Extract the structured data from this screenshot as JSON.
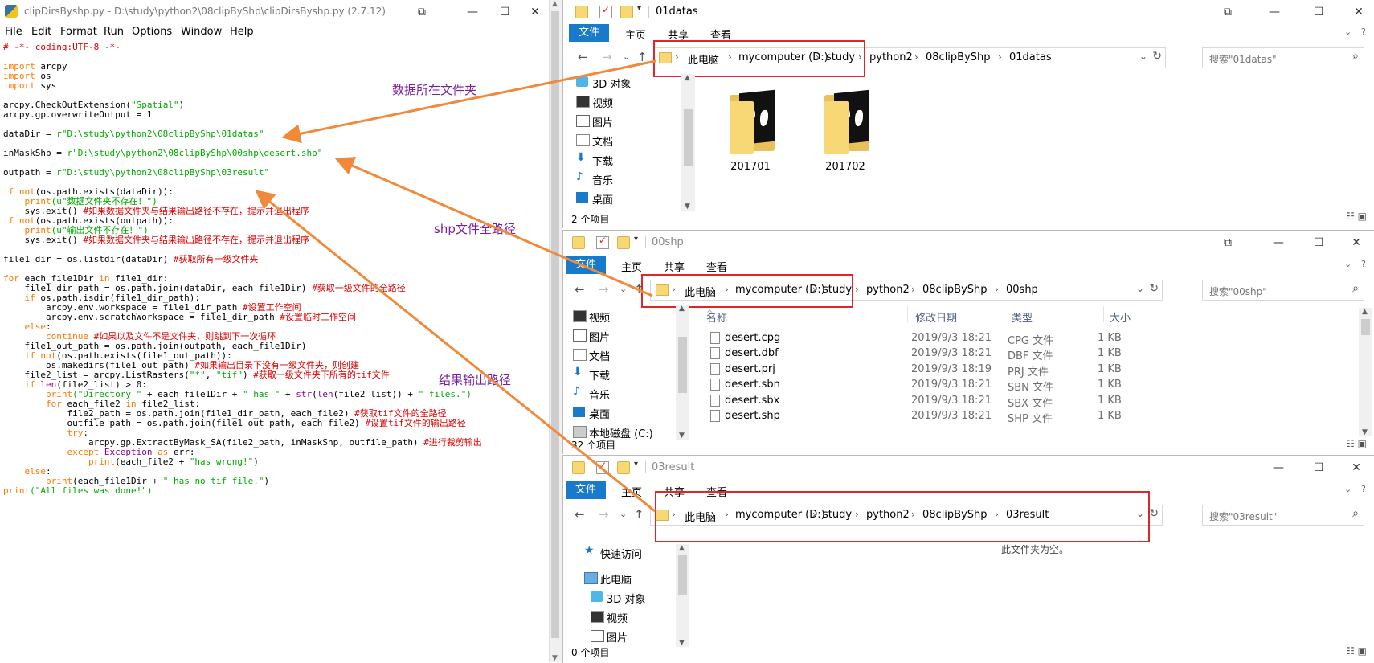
{
  "idle": {
    "title": "clipDirsByshp.py - D:\\study\\python2\\08clipByShp\\clipDirsByshp.py (2.7.12)",
    "menu": [
      "File",
      "Edit",
      "Format",
      "Run",
      "Options",
      "Window",
      "Help"
    ],
    "controls": {
      "minimize": "—",
      "maximize": "☐",
      "close": "✕",
      "restore": "⧉"
    },
    "code": [
      [
        [
          "cm",
          "# -*- coding:UTF-8 -*-"
        ]
      ],
      [],
      [
        [
          "kw",
          "import"
        ],
        [
          "",
          " arcpy"
        ]
      ],
      [
        [
          "kw",
          "import"
        ],
        [
          "",
          " os"
        ]
      ],
      [
        [
          "kw",
          "import"
        ],
        [
          "",
          " sys"
        ]
      ],
      [],
      [
        [
          "",
          "arcpy.CheckOutExtension("
        ],
        [
          "st",
          "\"Spatial\""
        ],
        [
          "",
          ")"
        ]
      ],
      [
        [
          "",
          "arcpy.gp.overwriteOutput = 1"
        ]
      ],
      [],
      [
        [
          "",
          "dataDir = "
        ],
        [
          "st",
          "r\"D:\\study\\python2\\08clipByShp\\01datas\""
        ]
      ],
      [],
      [
        [
          "",
          "inMaskShp = "
        ],
        [
          "st",
          "r\"D:\\study\\python2\\08clipByShp\\00shp\\desert.shp\""
        ]
      ],
      [],
      [
        [
          "",
          "outpath = "
        ],
        [
          "st",
          "r\"D:\\study\\python2\\08clipByShp\\03result\""
        ]
      ],
      [],
      [
        [
          "kw",
          "if not"
        ],
        [
          "",
          "(os.path.exists(dataDir)):"
        ]
      ],
      [
        [
          "",
          "    "
        ],
        [
          "kw",
          "print"
        ],
        [
          "st",
          "(u\"数据文件夹不存在！\")"
        ]
      ],
      [
        [
          "",
          "    sys.exit() "
        ],
        [
          "cm",
          "#如果数据文件夹与结果输出路径不存在，提示并退出程序"
        ]
      ],
      [
        [
          "kw",
          "if not"
        ],
        [
          "",
          "(os.path.exists(outpath)):"
        ]
      ],
      [
        [
          "",
          "    "
        ],
        [
          "kw",
          "print"
        ],
        [
          "st",
          "(u\"输出文件不存在！\")"
        ]
      ],
      [
        [
          "",
          "    sys.exit() "
        ],
        [
          "cm",
          "#如果数据文件夹与结果输出路径不存在，提示并退出程序"
        ]
      ],
      [],
      [
        [
          "",
          "file1_dir = os.listdir(dataDir) "
        ],
        [
          "cm",
          "#获取所有一级文件夹"
        ]
      ],
      [],
      [
        [
          "kw",
          "for"
        ],
        [
          "",
          " each_file1Dir "
        ],
        [
          "kw",
          "in"
        ],
        [
          "",
          " file1_dir:"
        ]
      ],
      [
        [
          "",
          "    file1_dir_path = os.path.join(dataDir, each_file1Dir) "
        ],
        [
          "cm",
          "#获取一级文件的全路径"
        ]
      ],
      [
        [
          "",
          "    "
        ],
        [
          "kw",
          "if"
        ],
        [
          "",
          " os.path.isdir(file1_dir_path):"
        ]
      ],
      [
        [
          "",
          "        arcpy.env.workspace = file1_dir_path "
        ],
        [
          "cm",
          "#设置工作空间"
        ]
      ],
      [
        [
          "",
          "        arcpy.env.scratchWorkspace = file1_dir_path "
        ],
        [
          "cm",
          "#设置临时工作空间"
        ]
      ],
      [
        [
          "",
          "    "
        ],
        [
          "kw",
          "else"
        ],
        [
          "",
          ":"
        ]
      ],
      [
        [
          "",
          "        "
        ],
        [
          "kw",
          "continue"
        ],
        [
          "",
          " "
        ],
        [
          "cm",
          "#如果以及文件不是文件夹，则跳到下一次循环"
        ]
      ],
      [
        [
          "",
          "    file1_out_path = os.path.join(outpath, each_file1Dir)"
        ]
      ],
      [
        [
          "",
          "    "
        ],
        [
          "kw",
          "if not"
        ],
        [
          "",
          "(os.path.exists(file1_out_path)):"
        ]
      ],
      [
        [
          "",
          "        os.makedirs(file1_out_path) "
        ],
        [
          "cm",
          "#如果输出目录下没有一级文件夹，则创建"
        ]
      ],
      [
        [
          "",
          "    file2_list = arcpy.ListRasters("
        ],
        [
          "st",
          "\"*\""
        ],
        [
          "",
          ", "
        ],
        [
          "st",
          "\"tif\""
        ],
        [
          "",
          ") "
        ],
        [
          "cm",
          "#获取一级文件夹下所有的tif文件"
        ]
      ],
      [
        [
          "",
          "    "
        ],
        [
          "kw",
          "if"
        ],
        [
          "",
          " "
        ],
        [
          "bi",
          "len"
        ],
        [
          "",
          "(file2_list) > 0:"
        ]
      ],
      [
        [
          "",
          "        "
        ],
        [
          "kw",
          "print"
        ],
        [
          "st",
          "(\"Directory \""
        ],
        [
          "",
          " + each_file1Dir + "
        ],
        [
          "st",
          "\" has \""
        ],
        [
          "",
          " + "
        ],
        [
          "bi",
          "str"
        ],
        [
          "",
          "("
        ],
        [
          "bi",
          "len"
        ],
        [
          "",
          "(file2_list)) + "
        ],
        [
          "st",
          "\" files.\")"
        ]
      ],
      [
        [
          "",
          "        "
        ],
        [
          "kw",
          "for"
        ],
        [
          "",
          " each_file2 "
        ],
        [
          "kw",
          "in"
        ],
        [
          "",
          " file2_list:"
        ]
      ],
      [
        [
          "",
          "            file2_path = os.path.join(file1_dir_path, each_file2) "
        ],
        [
          "cm",
          "#获取tif文件的全路径"
        ]
      ],
      [
        [
          "",
          "            outfile_path = os.path.join(file1_out_path, each_file2) "
        ],
        [
          "cm",
          "#设置tif文件的输出路径"
        ]
      ],
      [
        [
          "",
          "            "
        ],
        [
          "kw",
          "try"
        ],
        [
          "",
          ":"
        ]
      ],
      [
        [
          "",
          "                arcpy.gp.ExtractByMask_SA(file2_path, inMaskShp, outfile_path) "
        ],
        [
          "cm",
          "#进行裁剪输出"
        ]
      ],
      [
        [
          "",
          "            "
        ],
        [
          "kw",
          "except"
        ],
        [
          "",
          " "
        ],
        [
          "bi",
          "Exception"
        ],
        [
          "",
          " "
        ],
        [
          "kw",
          "as"
        ],
        [
          "",
          " err:"
        ]
      ],
      [
        [
          "",
          "                "
        ],
        [
          "kw",
          "print"
        ],
        [
          "",
          "(each_file2 + "
        ],
        [
          "st",
          "\"has wrong!\""
        ],
        [
          "",
          ")"
        ]
      ],
      [
        [
          "",
          "    "
        ],
        [
          "kw",
          "else"
        ],
        [
          "",
          ":"
        ]
      ],
      [
        [
          "",
          "        "
        ],
        [
          "kw",
          "print"
        ],
        [
          "",
          "(each_file1Dir + "
        ],
        [
          "st",
          "\" has no tif file.\""
        ],
        [
          "",
          ")"
        ]
      ],
      [
        [
          "kw",
          "print"
        ],
        [
          "st",
          "(\"All files was done!\")"
        ]
      ]
    ]
  },
  "annotations": {
    "data_folder": "数据所在文件夹",
    "shp_path": "shp文件全路径",
    "output_path": "结果输出路径"
  },
  "explorer_common": {
    "ribbon_tabs": [
      "文件",
      "主页",
      "共享",
      "查看"
    ],
    "breadcrumbs": [
      "此电脑",
      "mycomputer (D:)",
      "study",
      "python2",
      "08clipByShp"
    ],
    "nav_back": "←",
    "nav_forward": "→",
    "nav_recent": "⌄",
    "nav_up": "↑",
    "addr_dropdown": "⌄",
    "refresh": "↻",
    "search_icon": "⌕",
    "expand_ribbon": "⌄",
    "help": "?",
    "scroll_up": "▲",
    "scroll_down": "▼",
    "view_icons": "☷ ▣",
    "title_dropdown": "▾"
  },
  "win1": {
    "title": "01datas",
    "current": "01datas",
    "search_placeholder": "搜索\"01datas\"",
    "nav": [
      "3D 对象",
      "视频",
      "图片",
      "文档",
      "下载",
      "音乐",
      "桌面"
    ],
    "nav_icons": [
      "cube-icon",
      "video-icon",
      "picture-icon",
      "document-icon",
      "download-icon",
      "music-icon",
      "desktop-icon"
    ],
    "folders": [
      "201701",
      "201702"
    ],
    "status": "2 个项目"
  },
  "win2": {
    "title": "00shp",
    "current": "00shp",
    "search_placeholder": "搜索\"00shp\"",
    "nav": [
      "视频",
      "图片",
      "文档",
      "下载",
      "音乐",
      "桌面",
      "本地磁盘 (C:)"
    ],
    "columns": [
      "名称",
      "修改日期",
      "类型",
      "大小"
    ],
    "sort_caret": "^",
    "files": [
      {
        "name": "desert.cpg",
        "date": "2019/9/3 18:21",
        "type": "CPG 文件",
        "size": "1 KB"
      },
      {
        "name": "desert.dbf",
        "date": "2019/9/3 18:21",
        "type": "DBF 文件",
        "size": "1 KB"
      },
      {
        "name": "desert.prj",
        "date": "2019/9/3 18:19",
        "type": "PRJ 文件",
        "size": "1 KB"
      },
      {
        "name": "desert.sbn",
        "date": "2019/9/3 18:21",
        "type": "SBN 文件",
        "size": "1 KB"
      },
      {
        "name": "desert.sbx",
        "date": "2019/9/3 18:21",
        "type": "SBX 文件",
        "size": "1 KB"
      },
      {
        "name": "desert.shp",
        "date": "2019/9/3 18:21",
        "type": "SHP 文件",
        "size": "1 KB"
      }
    ],
    "status": "32 个项目"
  },
  "win3": {
    "title": "03result",
    "current": "03result",
    "search_placeholder": "搜索\"03result\"",
    "nav": [
      "快速访问",
      "此电脑",
      "3D 对象",
      "视频",
      "图片"
    ],
    "empty": "此文件夹为空。",
    "status": "0 个项目"
  },
  "colors": {
    "accent": "#1979ca",
    "highlight": "#e2252b",
    "arrow": "#f08a3a",
    "annotation": "#7a1fa2"
  }
}
